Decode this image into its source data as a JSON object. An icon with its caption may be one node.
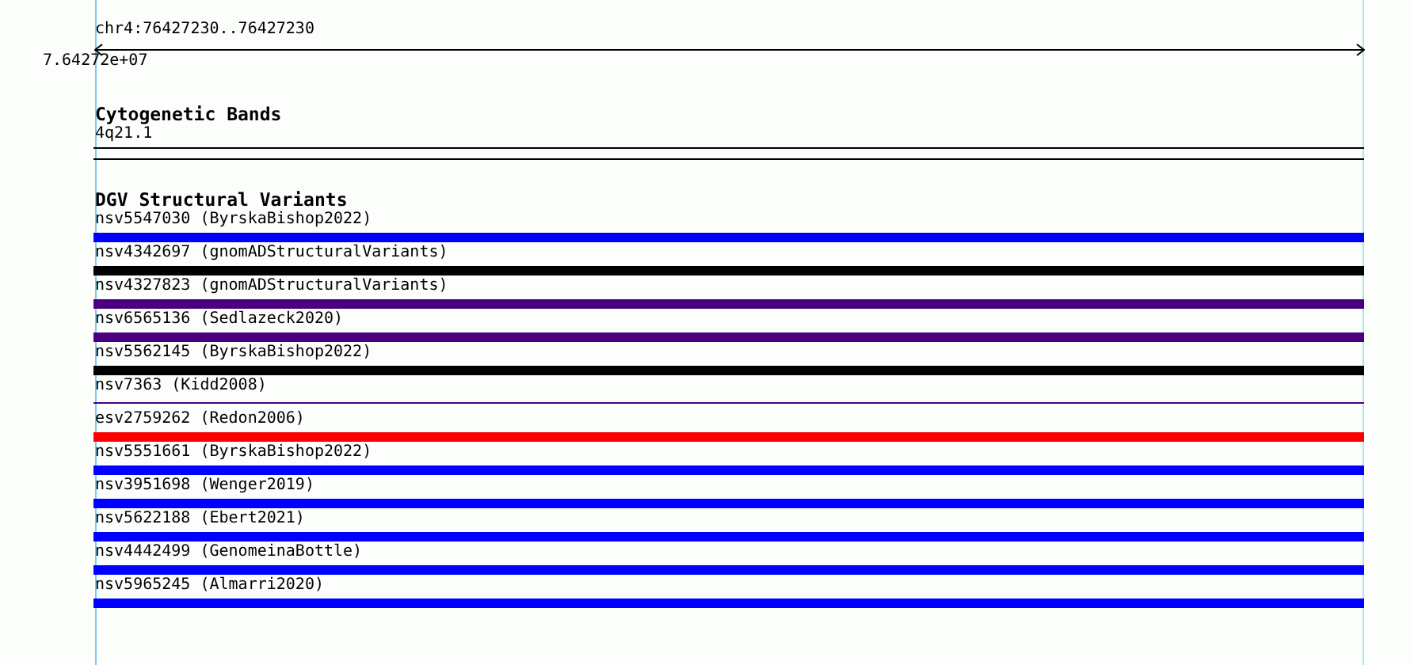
{
  "diagram": {
    "nodes": [
      {
        "text": [
          "4q21.1"
        ]
      },
      {
        "text": [
          "nsv5547030 (ByrskaBishop2022)"
        ]
      },
      {
        "text": [
          "nsv4342697 (gnomADStructuralVariants)"
        ]
      },
      {
        "text": [
          "nsv4327823 (gnomADStructuralVariants)"
        ]
      },
      {
        "text": [
          "nsv6565136 (Sedlazeck2020)"
        ]
      },
      {
        "text": [
          "nsv5562145 (ByrskaBishop2022)"
        ]
      },
      {
        "text": [
          "nsv7363 (Kidd2008)"
        ]
      },
      {
        "text": [
          "esv2759262 (Redon2006)"
        ]
      },
      {
        "text": [
          "nsv5551661 (ByrskaBishop2022)"
        ]
      },
      {
        "text": [
          "nsv3951698 (Wenger2019)"
        ]
      },
      {
        "text": [
          "nsv5622188 (Ebert2021)"
        ]
      },
      {
        "text": [
          "nsv4442499 (GenomeinaBottle)"
        ]
      },
      {
        "text": [
          "nsv5965245 (Almarri2020)"
        ]
      }
    ],
    "labels": [
      "chr4:76427230..76427230",
      "7.64272e+07",
      "Cytogenetic Bands",
      "DGV Structural Variants"
    ]
  }
}
